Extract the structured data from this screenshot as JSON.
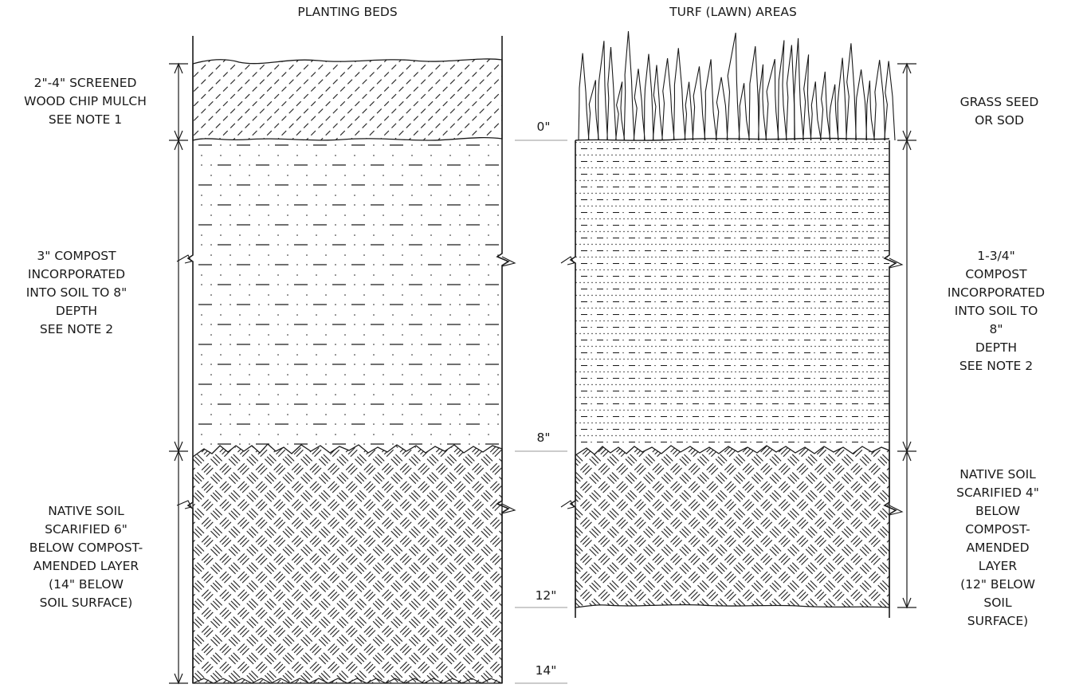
{
  "titles": {
    "planting_beds": "PLANTING BEDS",
    "turf_areas": "TURF (LAWN) AREAS"
  },
  "planting_beds": {
    "mulch_label": "2\"-4\" SCREENED\nWOOD CHIP MULCH\nSEE NOTE 1",
    "compost_label": "3\" COMPOST\nINCORPORATED\nINTO SOIL TO 8\"\nDEPTH\nSEE NOTE 2",
    "native_label": "NATIVE SOIL\nSCARIFIED 6\"\nBELOW COMPOST-\nAMENDED LAYER\n(14\" BELOW\nSOIL SURFACE)"
  },
  "turf_areas": {
    "grass_label": "GRASS SEED OR SOD",
    "compost_label": "1-3/4\" COMPOST\nINCORPORATED\nINTO SOIL TO 8\"\nDEPTH\nSEE NOTE 2",
    "native_label": "NATIVE SOIL\nSCARIFIED 4\"\nBELOW COMPOST-\nAMENDED LAYER\n(12\" BELOW\nSOIL SURFACE)"
  },
  "depth_markers": [
    "0\"",
    "8\"",
    "12\"",
    "14\""
  ],
  "colors": {
    "line": "#1a1a1a",
    "depth_line": "#999999",
    "background": "#ffffff"
  }
}
